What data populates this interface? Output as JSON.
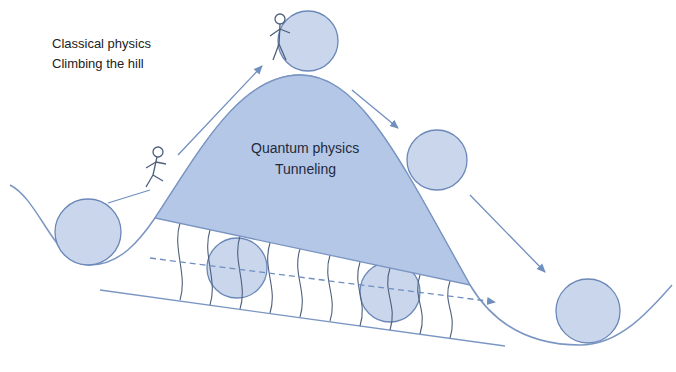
{
  "diagram": {
    "nodes": [
      {
        "text": [
          "Quantum physics",
          "Tunneling"
        ]
      }
    ],
    "labels": [
      "Classical physics",
      "Climbing the hill"
    ]
  }
}
